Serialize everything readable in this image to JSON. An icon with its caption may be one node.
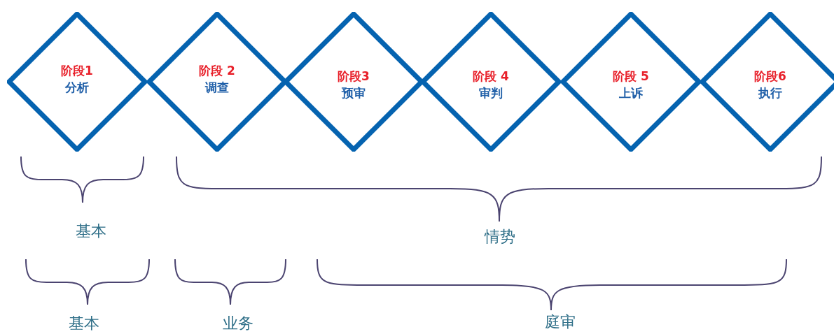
{
  "diagram": {
    "nodes": [
      {
        "text": [
          "阶段1",
          "分析"
        ]
      },
      {
        "text": [
          "阶段 2",
          "调查"
        ]
      },
      {
        "text": [
          "阶段3",
          "预审"
        ]
      },
      {
        "text": [
          "阶段 4",
          "审判"
        ]
      },
      {
        "text": [
          "阶段 5",
          "上诉"
        ]
      },
      {
        "text": [
          "阶段6",
          "执行"
        ]
      }
    ],
    "labels": [
      "基本",
      "情势",
      "基本",
      "业务",
      "庭审"
    ]
  }
}
